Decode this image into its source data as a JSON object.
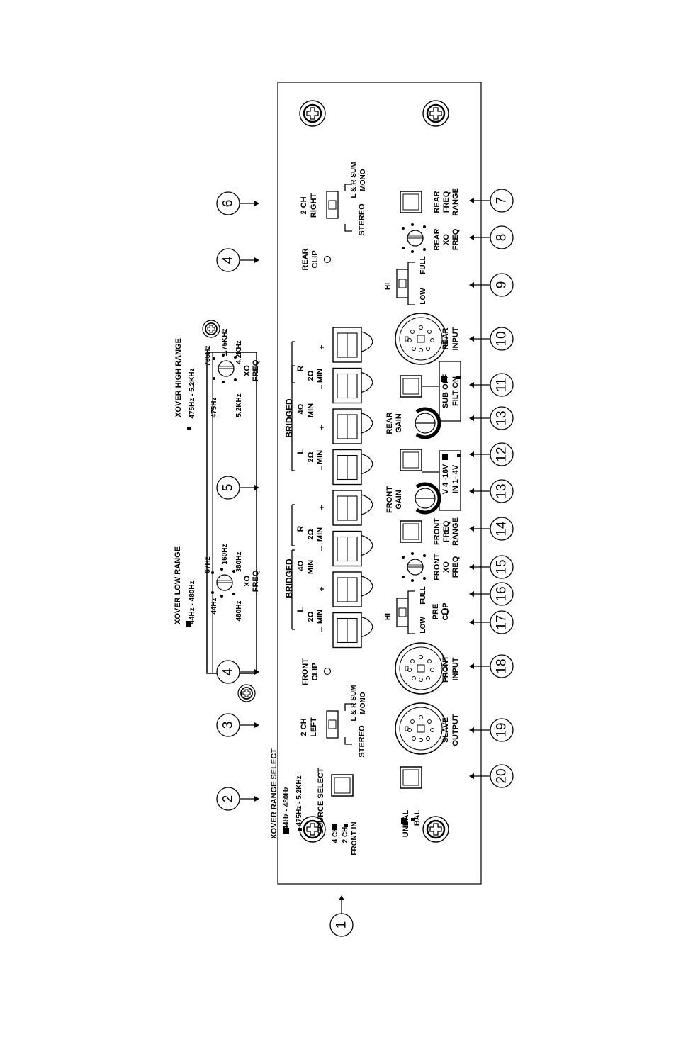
{
  "callouts": [
    "1",
    "2",
    "3",
    "4",
    "4",
    "5",
    "6",
    "7",
    "8",
    "9",
    "10",
    "11",
    "12",
    "13",
    "13",
    "14",
    "15",
    "16",
    "17",
    "18",
    "19",
    "20"
  ],
  "labels": {
    "xover_range_select": "XOVER RANGE SELECT",
    "range_44_480": "44Hz - 480Hz",
    "range_475_52": "475Hz - 5.2KHz",
    "source_select": "SOURCE SELECT",
    "four_ch": "4 CH",
    "two_ch": "2 CH",
    "front_in": "FRONT IN",
    "unbal": "UNBAL",
    "bal": "BAL",
    "two_ch_left_1": "2 CH",
    "two_ch_left_2": "LEFT",
    "stereo": "STEREO",
    "lr_sum": "L & R SUM",
    "mono": "MONO",
    "slave_1": "SLAVE",
    "slave_2": "OUTPUT",
    "front_clip_1": "FRONT",
    "front_clip_2": "CLIP",
    "front_input_1": "FRONT",
    "front_input_2": "INPUT",
    "xover_low_range": "XOVER LOW RANGE",
    "low_44": "44Hz",
    "low_67": "67Hz",
    "low_160": "160Hz",
    "low_380": "380Hz",
    "low_480": "480Hz",
    "xo": "XO",
    "freq": "FREQ",
    "bridged": "BRIDGED",
    "L": "L",
    "R": "R",
    "two_ohm": "2Ω",
    "four_ohm": "4Ω",
    "min": "MIN",
    "minus": "−",
    "plus": "+",
    "hi": "HI",
    "low": "LOW",
    "full": "FULL",
    "pre_1": "PRE",
    "pre_2": "CLIP",
    "front_xo_1": "FRONT",
    "front_xo_2": "XO",
    "front_xo_3": "FREQ",
    "front_range_1": "FRONT",
    "front_range_2": "FREQ",
    "front_range_3": "RANGE",
    "front_gain_1": "FRONT",
    "front_gain_2": "GAIN",
    "v_in_1": "V  4 -16V",
    "v_in_2": "IN   1- 4V",
    "rear_gain_1": "REAR",
    "rear_gain_2": "GAIN",
    "sub_filt_1": "SUB  OFF",
    "sub_filt_2": "FILT    ON",
    "rear_input_1": "REAR",
    "rear_input_2": "INPUT",
    "xover_high_range": "XOVER HIGH RANGE",
    "high_range_sub": "475Hz - 5.2KHz",
    "high_475": "475Hz",
    "high_735": "735Hz",
    "high_175": "1.75KHz",
    "high_42": "4.2KHz",
    "high_52": "5.2KHz",
    "rear_clip_1": "REAR",
    "rear_clip_2": "CLIP",
    "two_ch_right_1": "2 CH",
    "two_ch_right_2": "RIGHT",
    "rear_xo_1": "REAR",
    "rear_xo_2": "XO",
    "rear_xo_3": "FREQ",
    "rear_range_1": "REAR",
    "rear_range_2": "FREQ",
    "rear_range_3": "RANGE"
  }
}
